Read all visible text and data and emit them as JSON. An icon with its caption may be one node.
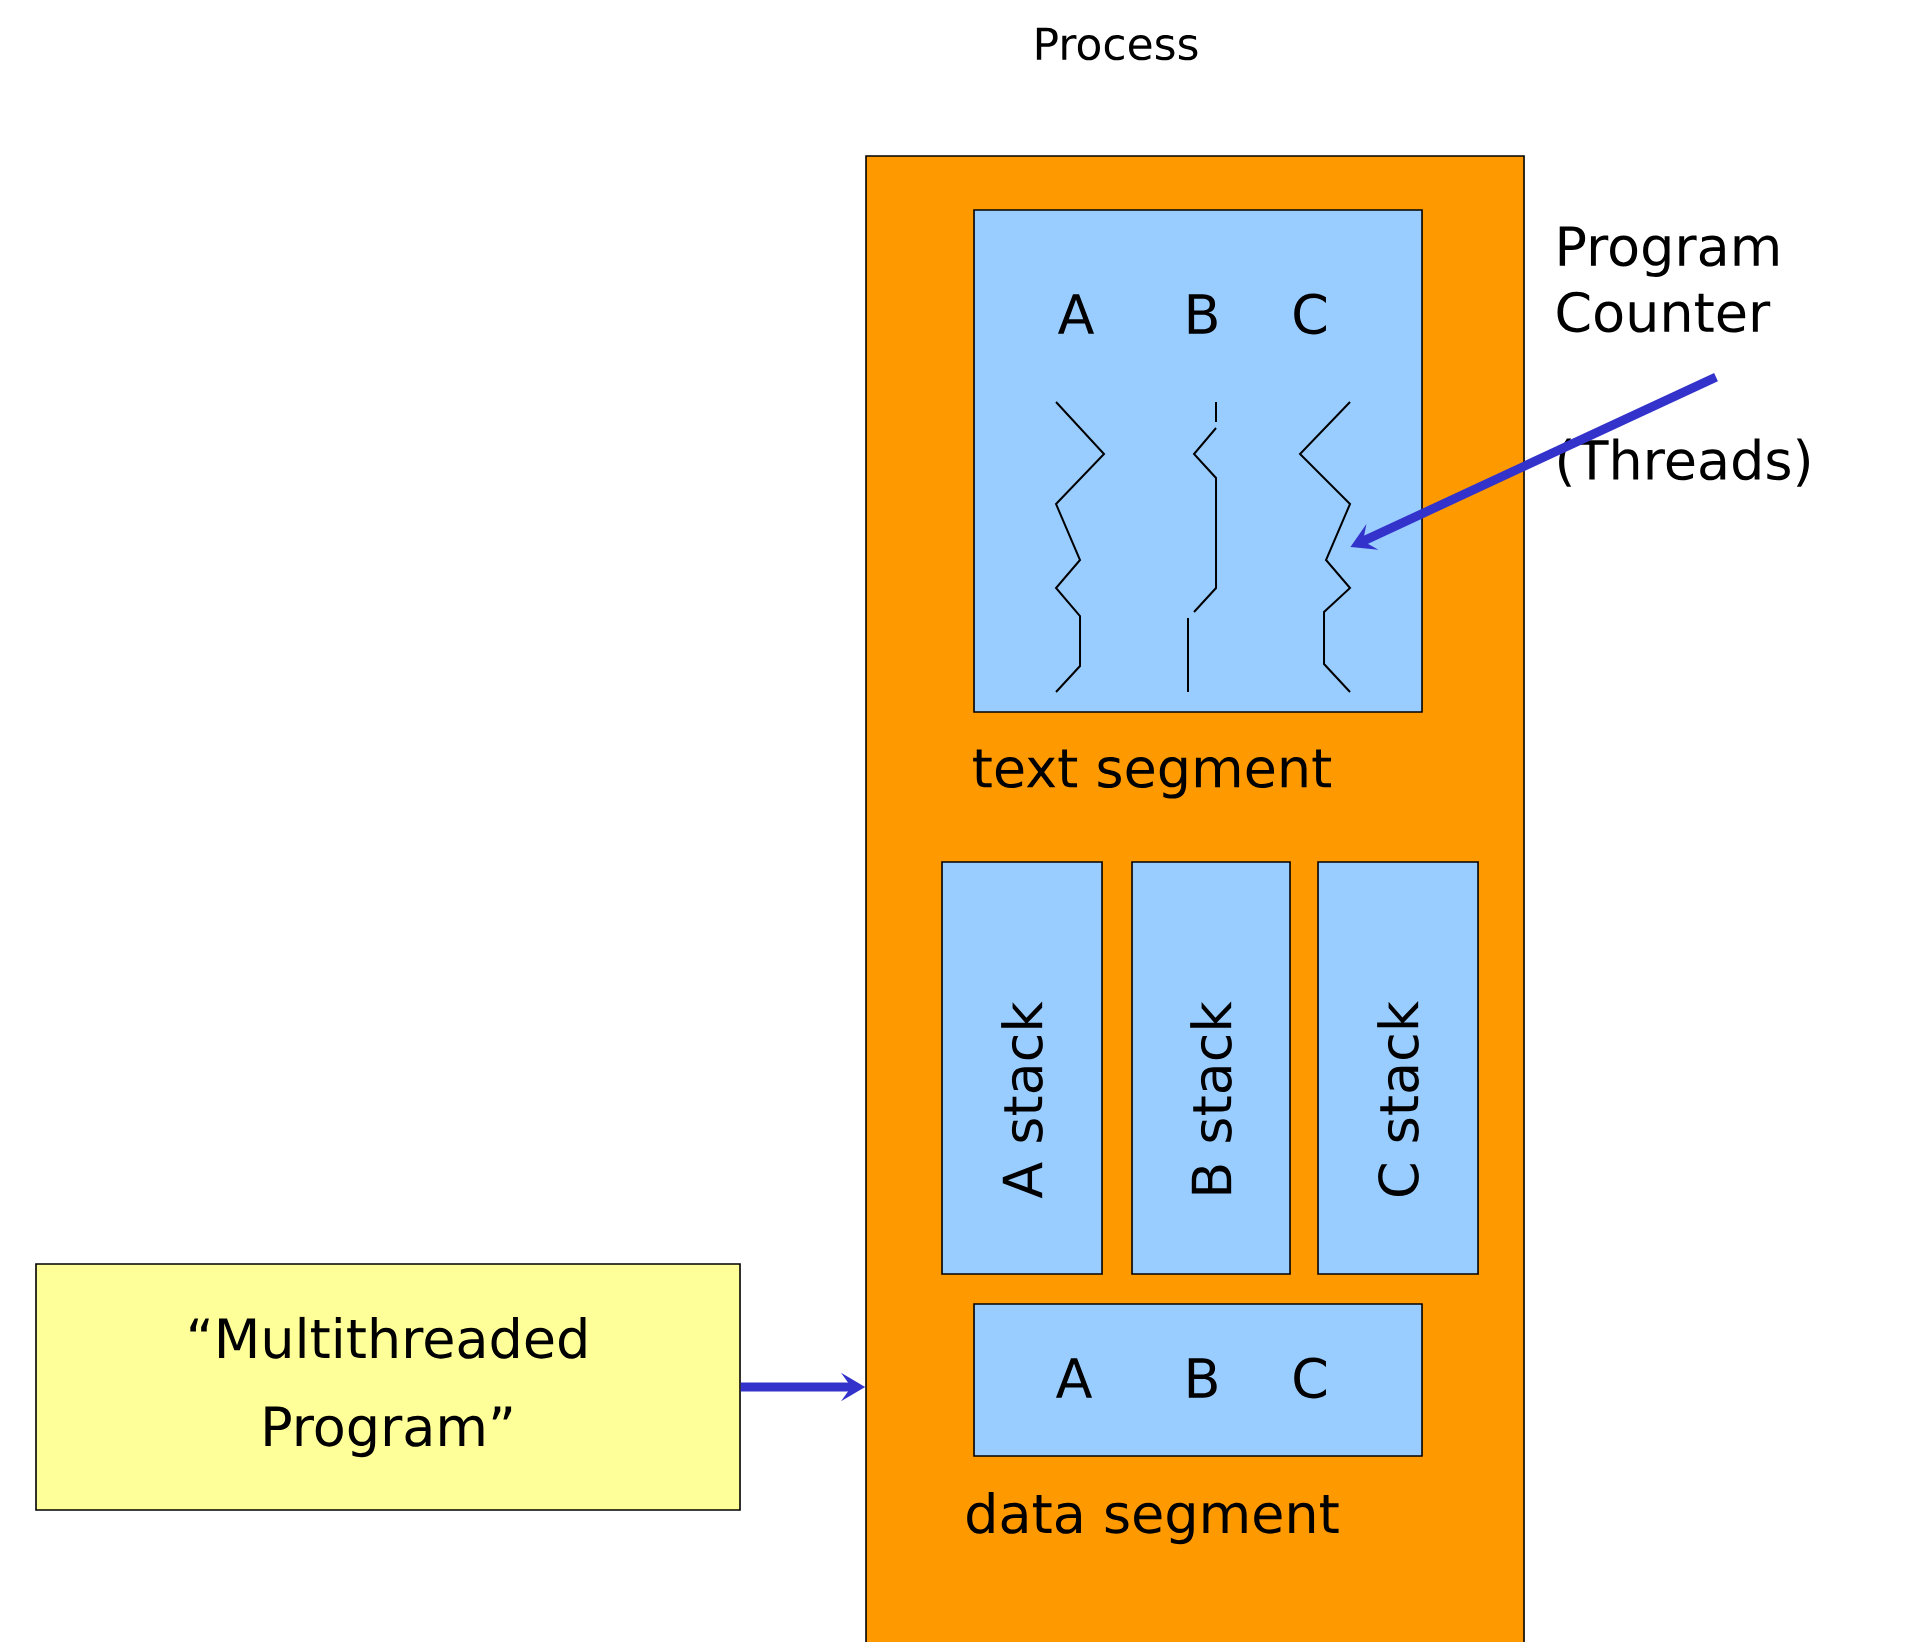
{
  "diagram": {
    "nodes": [
      {
        "text": [
          "Process"
        ]
      },
      {
        "text": [
          "A",
          "B",
          "C",
          "text segment"
        ],
        "in": 0
      },
      {
        "text": [
          "A stack"
        ],
        "in": 0
      },
      {
        "text": [
          "B stack"
        ],
        "in": 0
      },
      {
        "text": [
          "C stack"
        ],
        "in": 0
      },
      {
        "text": [
          "A",
          "B",
          "C",
          "data segment"
        ],
        "in": 0
      },
      {
        "text": [
          "“Multithreaded Program”"
        ]
      },
      {
        "text": [
          "Program Counter",
          "(Threads)"
        ]
      },
      {
        "text": [],
        "shape": "picture",
        "in": 1
      },
      {
        "text": [],
        "shape": "picture",
        "in": 1
      },
      {
        "text": [],
        "shape": "picture",
        "in": 1
      }
    ],
    "edges": [
      {
        "from": 6,
        "to": 0,
        "arrow": "to"
      },
      {
        "from": 7,
        "to": 10,
        "arrow": "to"
      }
    ]
  }
}
